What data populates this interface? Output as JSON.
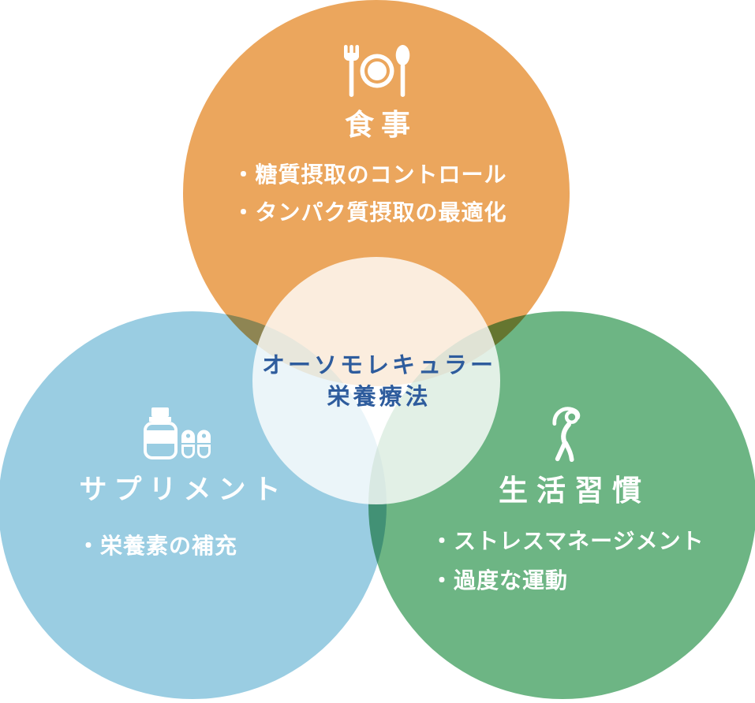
{
  "diagram": {
    "center": {
      "line1": "オーソモレキュラー",
      "line2": "栄養療法"
    },
    "diet": {
      "title": "食事",
      "icon": "meal-utensils-icon",
      "bullets": [
        "・糖質摂取のコントロール",
        "・タンパク質摂取の最適化"
      ]
    },
    "supplement": {
      "title": "サプリメント",
      "icon": "supplement-bottle-pills-icon",
      "bullets": [
        "・栄養素の補充"
      ]
    },
    "lifestyle": {
      "title": "生活習慣",
      "icon": "stretching-person-icon",
      "bullets": [
        "・ストレスマネージメント",
        "・過度な運動"
      ]
    },
    "colors": {
      "diet_circle": "#EBA65D",
      "supplement_circle": "#9ACDE2",
      "lifestyle_circle": "#6DB584",
      "overlay_circle": "rgba(255,255,255,0.8)",
      "center_text": "#2E5C9D",
      "label_text": "#FFFFFF"
    }
  }
}
